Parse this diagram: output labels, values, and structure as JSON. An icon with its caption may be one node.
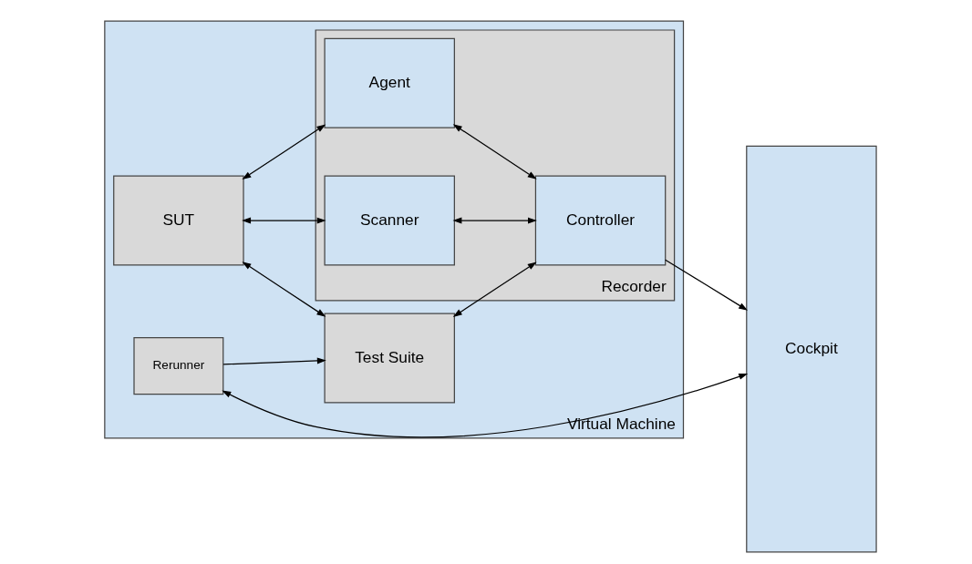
{
  "diagram": {
    "nodes": [
      {
        "text": [
          "Virtual Machine"
        ]
      },
      {
        "text": [
          "SUT"
        ],
        "in": 0
      },
      {
        "text": [
          "Recorder"
        ],
        "in": 0
      },
      {
        "text": [
          "Agent"
        ],
        "in": 2
      },
      {
        "text": [
          "Scanner"
        ],
        "in": 2
      },
      {
        "text": [
          "Test Suite"
        ],
        "in": 0
      },
      {
        "text": [
          "Controller"
        ],
        "in": 2
      },
      {
        "text": [
          "Rerunner"
        ],
        "in": 0
      },
      {
        "text": [
          "Cockpit"
        ]
      }
    ],
    "edges": [
      {
        "from": 1,
        "to": 3,
        "arrow": "both"
      },
      {
        "from": 1,
        "to": 4,
        "arrow": "both"
      },
      {
        "from": 3,
        "to": 6,
        "arrow": "both"
      },
      {
        "from": 4,
        "to": 6,
        "arrow": "both"
      },
      {
        "from": 1,
        "to": 5,
        "arrow": "both"
      },
      {
        "from": 5,
        "to": 6,
        "arrow": "both"
      },
      {
        "from": 6,
        "to": 8,
        "arrow": "to"
      },
      {
        "from": 7,
        "to": 5,
        "arrow": "to"
      },
      {
        "from": 7,
        "to": 8,
        "arrow": "both"
      }
    ]
  }
}
